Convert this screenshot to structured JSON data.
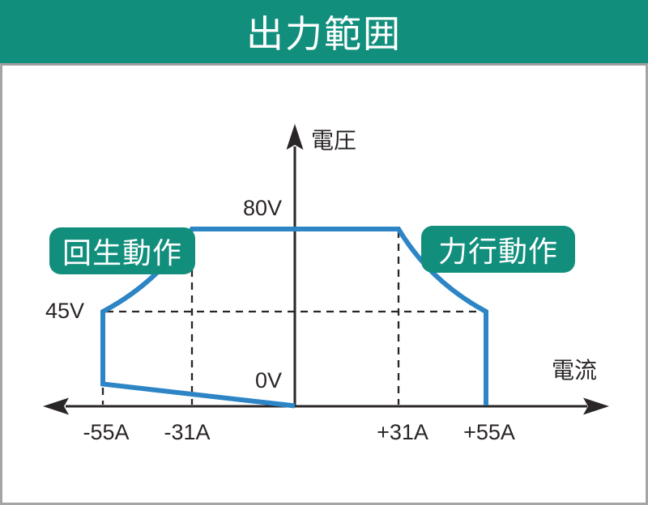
{
  "title": "出力範囲",
  "colors": {
    "accent_teal": "#118e7c",
    "curve_blue": "#2d85c5",
    "line_black": "#2a2526",
    "border_gray": "#a5a5a5",
    "background": "#ffffff",
    "text_on_teal": "#ffffff"
  },
  "badges": {
    "left": "回生動作",
    "right": "力行動作"
  },
  "axis_labels": {
    "y": "電圧",
    "x": "電流"
  },
  "value_labels": {
    "v80": "80V",
    "v45": "45V",
    "v0": "0V",
    "a_minus55": "-55A",
    "a_minus31": "-31A",
    "a_plus31": "+31A",
    "a_plus55": "+55A"
  },
  "chart_data": {
    "type": "area",
    "title": "出力範囲",
    "xlabel": "電流",
    "ylabel": "電圧",
    "x_unit": "A",
    "y_unit": "V",
    "xlim": [
      -55,
      55
    ],
    "ylim": [
      0,
      80
    ],
    "grid": false,
    "x_ticks": [
      -55,
      -31,
      31,
      55
    ],
    "x_tick_labels": [
      "-55A",
      "-31A",
      "+31A",
      "+55A"
    ],
    "y_ticks": [
      0,
      45,
      80
    ],
    "y_tick_labels": [
      "0V",
      "45V",
      "80V"
    ],
    "regions": [
      {
        "label": "回生動作",
        "side": "negative-current"
      },
      {
        "label": "力行動作",
        "side": "positive-current"
      }
    ],
    "envelope_points": [
      {
        "i_a": 0,
        "v_v": 0
      },
      {
        "i_a": -55,
        "v_v": 10
      },
      {
        "i_a": -55,
        "v_v": 45
      },
      {
        "i_a": -31,
        "v_v": 80,
        "segment_from_prev": "constant-power curve"
      },
      {
        "i_a": 31,
        "v_v": 80
      },
      {
        "i_a": 55,
        "v_v": 45,
        "segment_from_prev": "constant-power curve"
      },
      {
        "i_a": 55,
        "v_v": 0
      }
    ],
    "dashed_guides": [
      {
        "axis": "y",
        "value": 45,
        "unit": "V"
      },
      {
        "axis": "x",
        "value": -31,
        "unit": "A"
      },
      {
        "axis": "x",
        "value": 31,
        "unit": "A"
      },
      {
        "axis": "x",
        "value": -55,
        "unit": "A",
        "partial_below_envelope": true
      }
    ]
  }
}
